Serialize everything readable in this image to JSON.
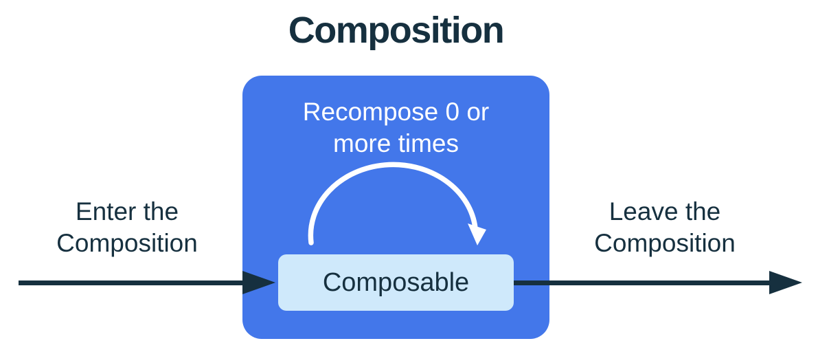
{
  "diagram": {
    "title": "Composition",
    "composition_box": {
      "recompose_label": "Recompose 0 or\nmore times",
      "composable_label": "Composable"
    },
    "enter_label": "Enter the\nComposition",
    "leave_label": "Leave the\nComposition",
    "icons": {
      "loop_icon": "recompose-loop-arrow-icon",
      "enter_icon": "enter-flow-arrow-icon",
      "leave_icon": "leave-flow-arrow-icon"
    },
    "colors": {
      "box_blue": "#4377EA",
      "composable_fill": "#CFE9FB",
      "ink": "#16303F",
      "loop_arrow": "#FFFFFF",
      "canvas_bg": "#FFFFFF"
    }
  }
}
